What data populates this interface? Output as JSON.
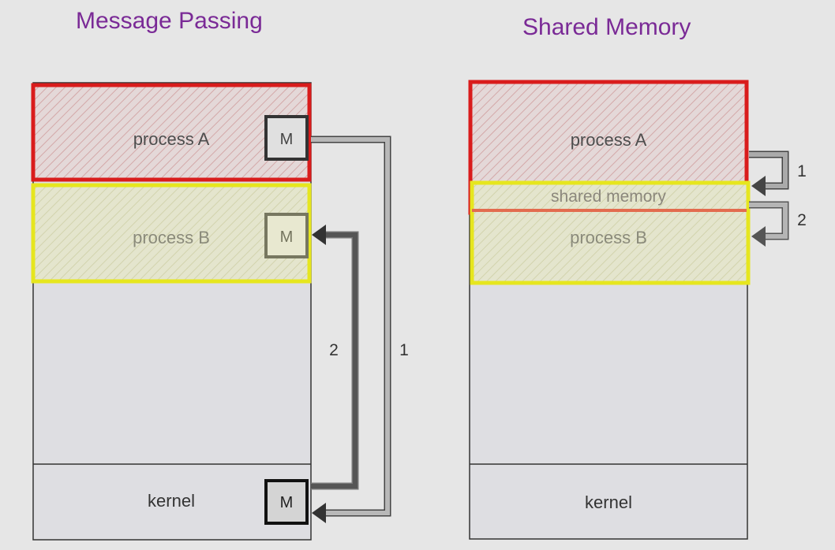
{
  "slide": {
    "left_title": "Message Passing",
    "right_title": "Shared Memory"
  },
  "message_passing": {
    "process_a": "process A",
    "process_b": "process B",
    "kernel": "kernel",
    "message_a": "M",
    "message_b": "M",
    "message_kernel": "M",
    "step_1": "1",
    "step_2": "2"
  },
  "shared_memory": {
    "process_a": "process A",
    "shared_memory": "shared memory",
    "process_b": "process B",
    "kernel": "kernel",
    "step_1": "1",
    "step_2": "2"
  },
  "colors": {
    "title": "#7a2a96",
    "process_a_border": "#d91c1c",
    "process_b_border": "#e6e61e",
    "shared_divider": "#e36c4f",
    "arrow_1": "#b8b8b8",
    "arrow_2": "#555555"
  }
}
